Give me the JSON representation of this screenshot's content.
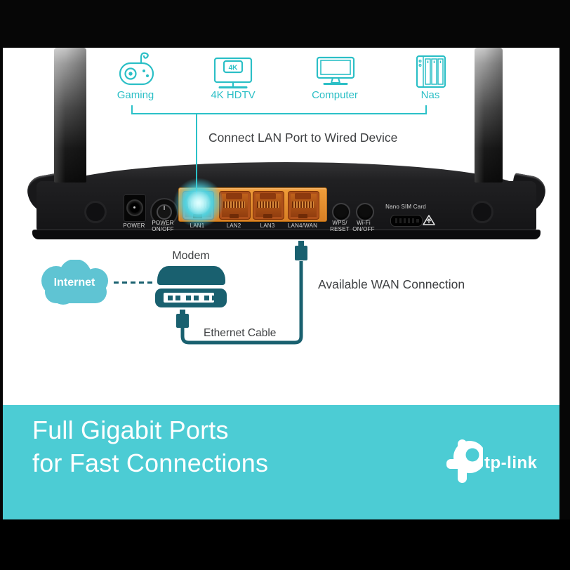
{
  "header": {
    "devices": [
      {
        "label": "Gaming"
      },
      {
        "label": "4K HDTV",
        "badge": "4K"
      },
      {
        "label": "Computer"
      },
      {
        "label": "Nas"
      }
    ],
    "caption": "Connect LAN Port to Wired Device"
  },
  "router": {
    "ports": {
      "power": "POWER",
      "power_switch_line1": "POWER",
      "power_switch_line2": "ON/OFF",
      "lan_labels": [
        "LAN1",
        "LAN2",
        "LAN3",
        "LAN4/WAN"
      ],
      "wps_line1": "WPS/",
      "wps_line2": "RESET",
      "wifi_line1": "Wi-Fi",
      "wifi_line2": "ON/OFF",
      "sim": "Nano SIM Card"
    },
    "lan1_status": "active"
  },
  "wan": {
    "internet": "Internet",
    "modem": "Modem",
    "ethernet": "Ethernet Cable",
    "available": "Available WAN Connection"
  },
  "banner": {
    "line1": "Full Gigabit Ports",
    "line2": "for Fast Connections",
    "brand": "tp-link"
  },
  "colors": {
    "accent_teal": "#2BC1C8",
    "dark_teal": "#19606F",
    "cloud_teal": "#5FC4D3",
    "banner_teal": "#4CCCD4",
    "lan_panel_orange": "#E0882C",
    "text_dark": "#3D3F41",
    "glow_cyan": "#4AD5E4"
  }
}
